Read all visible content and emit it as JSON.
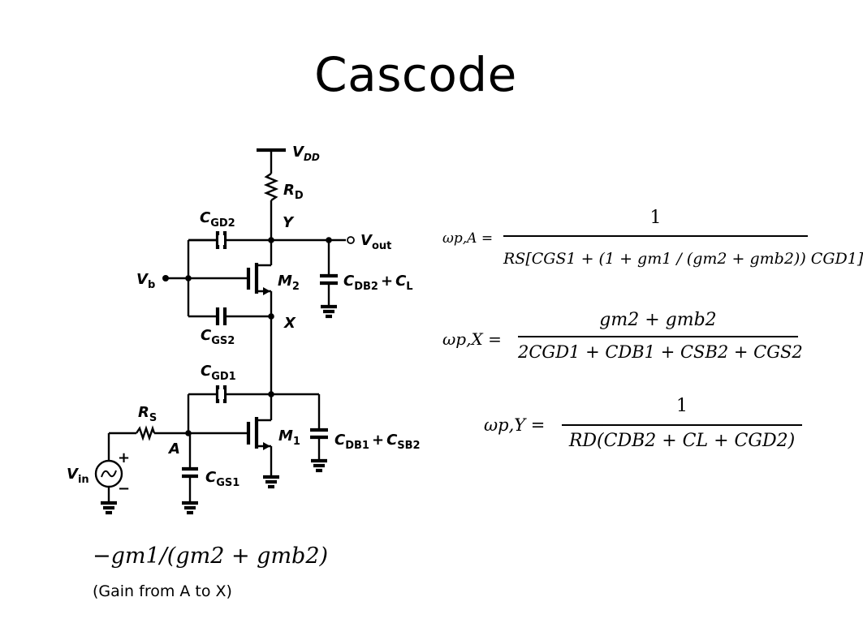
{
  "title": "Cascode",
  "labels": {
    "vdd": "V",
    "vdd_sub": "DD",
    "rd": "R",
    "rd_sub": "D",
    "cgd2": "C",
    "cgd2_sub": "GD2",
    "y": "Y",
    "vout": "V",
    "vout_sub": "out",
    "vb": "V",
    "vb_sub": "b",
    "m2": "M",
    "m2_sub": "2",
    "cdb2cl_a": "C",
    "cdb2cl_a_sub": "DB2",
    "cdb2cl_plus": "+",
    "cdb2cl_b": "C",
    "cdb2cl_b_sub": "L",
    "x": "X",
    "cgs2": "C",
    "cgs2_sub": "GS2",
    "cgd1": "C",
    "cgd1_sub": "GD1",
    "rs": "R",
    "rs_sub": "S",
    "a": "A",
    "m1": "M",
    "m1_sub": "1",
    "cdb1csb2_a": "C",
    "cdb1csb2_a_sub": "DB1",
    "cdb1csb2_plus": "+",
    "cdb1csb2_b": "C",
    "cdb1csb2_b_sub": "SB2",
    "vin": "V",
    "vin_sub": "in",
    "plus": "+",
    "minus": "−",
    "cgs1": "C",
    "cgs1_sub": "GS1"
  },
  "equations": {
    "pa_lhs": "ωp,A =",
    "pa_num": "1",
    "pa_den": "RS[CGS1 + (1 + gm1 / (gm2 + gmb2)) CGD1]",
    "px_lhs": "ωp,X =",
    "px_num": "gm2 + gmb2",
    "px_den": "2CGD1 + CDB1 + CSB2 + CGS2",
    "py_lhs": "ωp,Y =",
    "py_num": "1",
    "py_den": "RD(CDB2 + CL + CGD2)"
  },
  "gain": {
    "expression": "−gm1/(gm2 + gmb2)",
    "note": "(Gain from A to X)"
  }
}
